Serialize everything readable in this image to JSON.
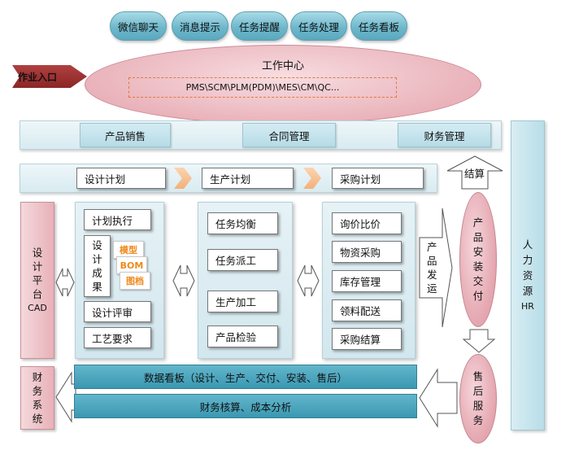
{
  "top_pills": [
    "微信聊天",
    "消息提示",
    "任务提醒",
    "任务处理",
    "任务看板"
  ],
  "work_center": {
    "title": "工作中心",
    "systems": "PMS\\SCM\\PLM(PDM)\\MES\\CM\\QC..."
  },
  "entry_label": "作业入口",
  "row1": [
    "产品销售",
    "合同管理",
    "财务管理"
  ],
  "row2": [
    "设计计划",
    "生产计划",
    "采购计划"
  ],
  "settlement": "结算",
  "cad": {
    "chars": [
      "设",
      "计",
      "平",
      "台"
    ],
    "sub": "CAD"
  },
  "design_panel": {
    "plan_exec": "计划执行",
    "result_chars": [
      "设",
      "计",
      "成",
      "果"
    ],
    "tags": [
      "模型",
      "BOM",
      "图档"
    ],
    "review": "设计评审",
    "process": "工艺要求"
  },
  "production_panel": [
    "任务均衡",
    "任务派工",
    "生产加工",
    "产品检验"
  ],
  "procurement_panel": [
    "询价比价",
    "物资采购",
    "库存管理",
    "领料配送",
    "采购结算"
  ],
  "shipping_chars": [
    "产",
    "品",
    "发",
    "运"
  ],
  "install_chars": [
    "产",
    "品",
    "安",
    "装",
    "交",
    "付"
  ],
  "aftersales_chars": [
    "售",
    "后",
    "服",
    "务"
  ],
  "finance_chars": [
    "财",
    "务",
    "系",
    "统"
  ],
  "hr": {
    "chars": [
      "人",
      "力",
      "资",
      "源"
    ],
    "sub": "HR"
  },
  "dashboard": "数据看板（设计、生产、交付、安装、售后）",
  "cost": "财务核算、成本分析"
}
